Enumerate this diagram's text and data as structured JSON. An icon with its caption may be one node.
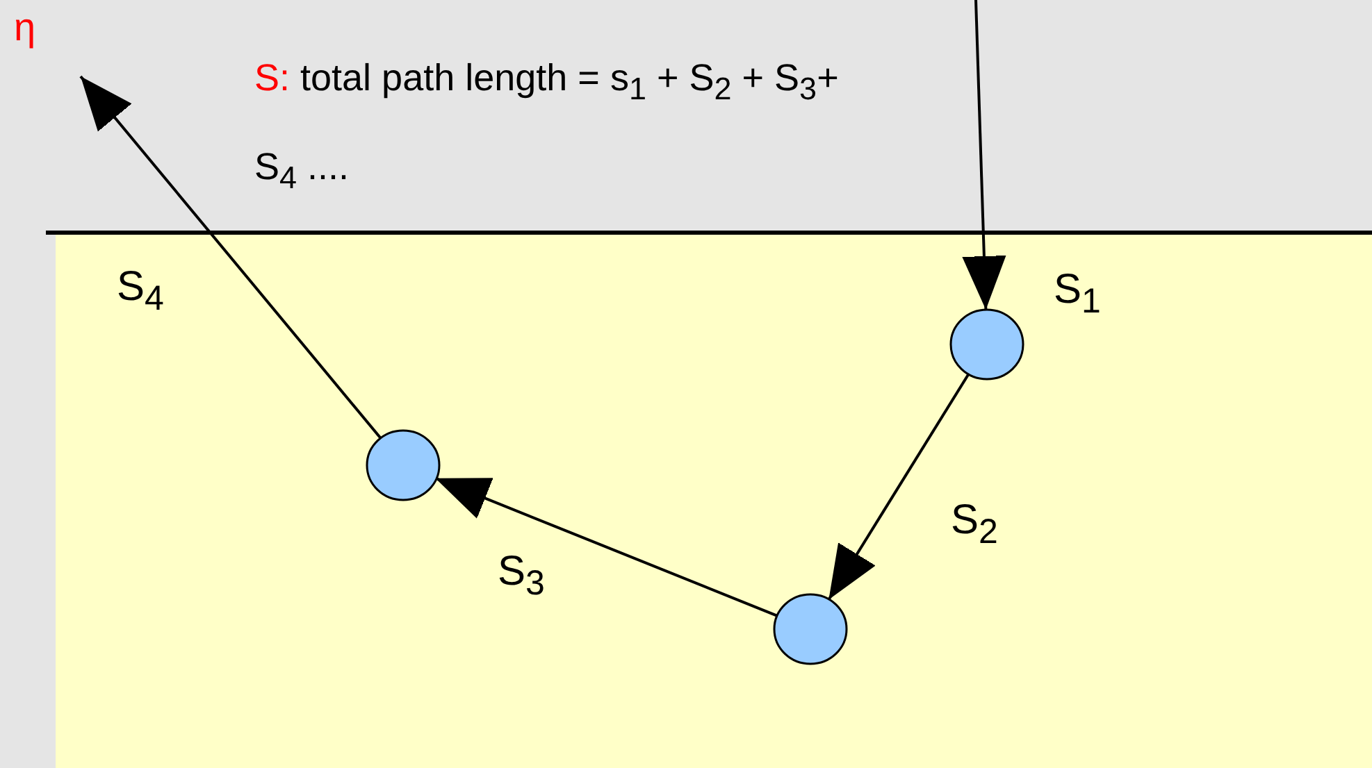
{
  "diagram": {
    "nodes": [
      {
        "text": [],
        "shape": "circle"
      },
      {
        "text": [],
        "shape": "circle"
      },
      {
        "text": [],
        "shape": "circle"
      }
    ],
    "edges": [
      {
        "from": null,
        "to": 2,
        "arrow": "to",
        "label": "S$_{1}$"
      },
      {
        "from": 2,
        "to": 1,
        "arrow": "to",
        "label": "S$_{2}$"
      },
      {
        "from": 1,
        "to": 0,
        "arrow": "to",
        "label": "S$_{3}$"
      },
      {
        "from": 0,
        "to": null,
        "arrow": "to",
        "label": "S$_{4}$"
      }
    ],
    "labels": [
      "η",
      "S: total path length = s$_{1}$ + S$_{2}$ + S$_{3}$+ S$_{4}$ ...."
    ]
  }
}
